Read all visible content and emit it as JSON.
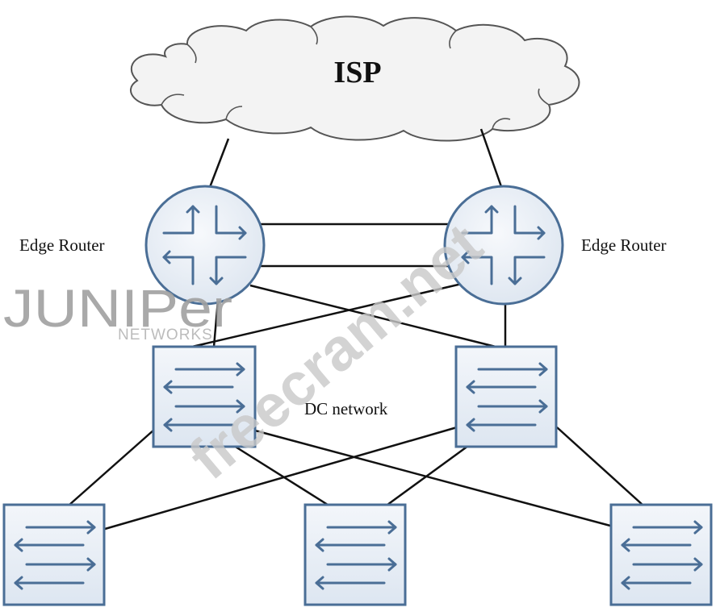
{
  "diagram": {
    "cloud_label": "ISP",
    "left_router_label": "Edge Router",
    "right_router_label": "Edge Router",
    "dc_label": "DC network"
  },
  "logo": {
    "brand": "JUNIPer",
    "sub": "NETWORKS"
  },
  "watermark": {
    "text": "freecram.net"
  },
  "colors": {
    "device_stroke": "#4a6e96",
    "device_fill": "#dde6f1",
    "link": "#111111",
    "cloud_fill": "#f2f2f2",
    "watermark": "#cfcfcf",
    "logo": "#9a9a9a"
  }
}
